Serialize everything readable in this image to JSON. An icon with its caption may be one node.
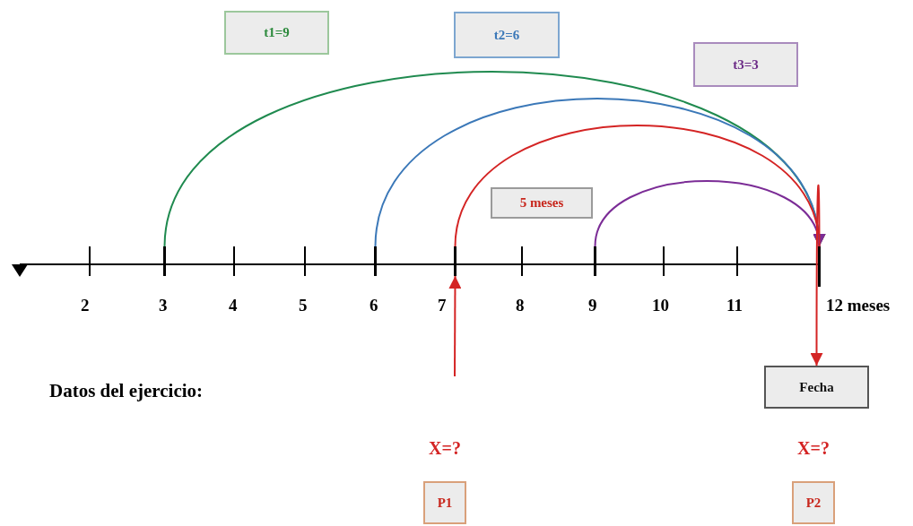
{
  "diagram": {
    "nodes": [
      {
        "text": [
          "t1=9"
        ]
      },
      {
        "text": [
          "t2=6"
        ]
      },
      {
        "text": [
          "t3=3"
        ]
      },
      {
        "text": [
          "5 meses"
        ]
      },
      {
        "text": [],
        "shape": "bar"
      },
      {
        "text": [],
        "shape": "bar"
      },
      {
        "text": [],
        "shape": "bar"
      },
      {
        "text": [],
        "shape": "bar"
      },
      {
        "text": [],
        "shape": "bar"
      },
      {
        "text": [
          "Fecha"
        ]
      },
      {
        "text": [
          "P1"
        ],
        "beside": [
          "X=?"
        ]
      },
      {
        "text": [
          "P2"
        ],
        "beside": [
          "X=?"
        ]
      }
    ],
    "edges": [
      {
        "from": 4,
        "to": 8,
        "arrow": "to",
        "color": "#1f8a4f"
      },
      {
        "from": 5,
        "to": 8,
        "arrow": "to",
        "color": "#3b78b8"
      },
      {
        "from": 6,
        "to": 8,
        "arrow": "to",
        "color": "#d42424"
      },
      {
        "from": 7,
        "to": 8,
        "arrow": "to",
        "color": "#7b2c96"
      },
      {
        "from": 8,
        "to": 9,
        "arrow": "to",
        "color": "#d42424"
      },
      {
        "from": null,
        "to": 6,
        "arrow": "to",
        "color": "#d42424"
      }
    ],
    "labels": [
      "2",
      "3",
      "4",
      "5",
      "6",
      "7",
      "8",
      "9",
      "10",
      "11",
      "12 meses",
      "Datos del ejercicio:"
    ]
  }
}
